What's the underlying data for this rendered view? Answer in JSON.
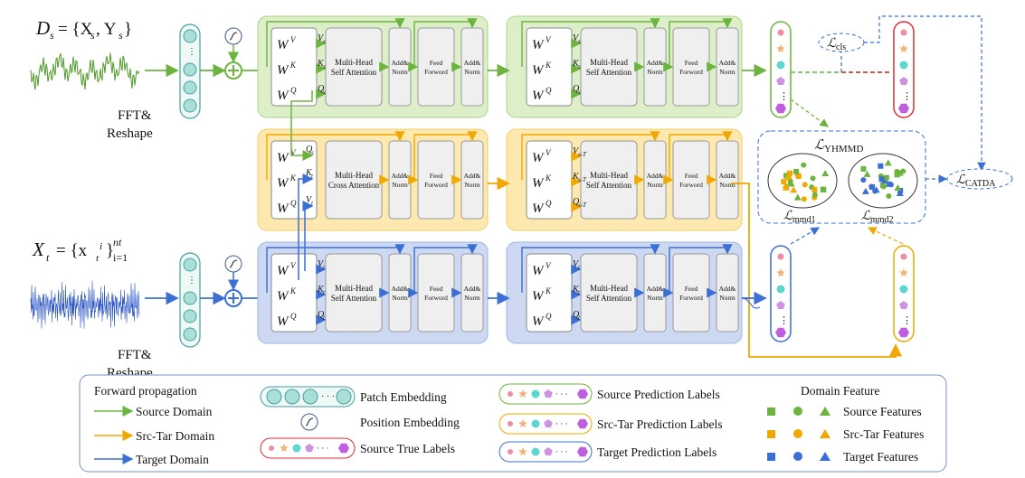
{
  "colors": {
    "source": "#6db33f",
    "src_tar": "#f0a800",
    "target": "#3b6fd4",
    "source_panel": "#dcefc9",
    "src_tar_panel": "#fde9b0",
    "target_panel": "#cdd8f2",
    "true_labels_border": "#d9303a",
    "loss_dashed": "#3b6fd4"
  },
  "inputs": {
    "source_prefix": "D",
    "source_sub": "s",
    "source_rhs": "= {X",
    "source_rhs_sub": "s",
    "source_rhs2": ", Y",
    "source_rhs2_sub": "s",
    "source_close": "}",
    "target_prefix": "X",
    "target_sub": "t",
    "target_rhs": "= {x",
    "target_rhs_sup": "i",
    "target_rhs_sub": "t",
    "target_close": "}",
    "target_upper": "nt",
    "target_lower": "i=1",
    "fft_line1": "FFT&",
    "fft_line2": "Reshape"
  },
  "blocks": {
    "wv": "W",
    "sup_v": "V",
    "sup_k": "K",
    "sup_q": "Q",
    "mhsa_line1": "Multi-Head",
    "mhsa_line2": "Self Attention",
    "mhca_line1": "Multi-Head",
    "mhca_line2": "Cross Attention",
    "addnorm_line1": "Add&",
    "addnorm_line2": "Norm",
    "ff_line1": "Feed",
    "ff_line2": "Forword"
  },
  "flow_labels": {
    "vs": "V",
    "ks": "K",
    "qs": "Q",
    "s": "s",
    "vt": "V",
    "kt": "K",
    "qt": "Q",
    "t": "t",
    "st": "s-T"
  },
  "losses": {
    "cls": "ℒ",
    "cls_sub": "cls",
    "yhmmd": "ℒ",
    "yhmmd_sub": "YHMMD",
    "mmd1": "ℒ",
    "mmd1_sub": "mmd1",
    "mmd2": "ℒ",
    "mmd2_sub": "mmd2",
    "catda": "ℒ",
    "catda_sub": "CATDA"
  },
  "legend": {
    "forward_title": "Forward propagation",
    "source_domain": "Source  Domain",
    "src_tar_domain": "Src-Tar  Domain",
    "target_domain": "Target  Domain",
    "patch_embedding": "Patch Embedding",
    "position_embedding": "Position Embedding",
    "source_true_labels": "Source True Labels",
    "source_prediction_labels": "Source Prediction Labels",
    "src_tar_prediction_labels": "Src-Tar Prediction Labels",
    "target_prediction_labels": "Target Prediction Labels",
    "domain_feature_title": "Domain Feature",
    "source_features": "Source   Features",
    "src_tar_features": "Src-Tar  Features",
    "target_features": "Target   Features"
  }
}
